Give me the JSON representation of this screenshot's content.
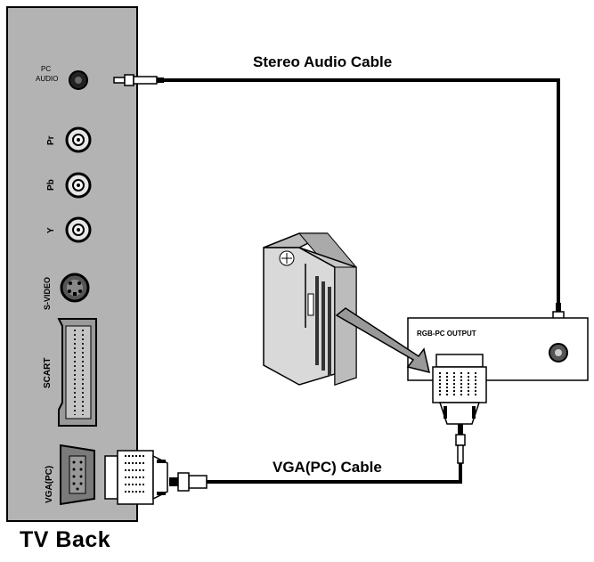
{
  "labels": {
    "pc_audio_line1": "PC",
    "pc_audio_line2": "AUDIO",
    "pr": "Pr",
    "pb": "Pb",
    "y": "Y",
    "s_video": "S-VIDEO",
    "scart": "SCART",
    "vga_pc": "VGA(PC)",
    "stereo_audio_cable": "Stereo Audio Cable",
    "vga_pc_cable": "VGA(PC) Cable",
    "rgb_pc_output": "RGB-PC OUTPUT",
    "tv_back": "TV Back"
  },
  "colors": {
    "panel_fill": "#b3b3b3",
    "cable": "#000000",
    "pc_case": "#d9d9d9"
  }
}
